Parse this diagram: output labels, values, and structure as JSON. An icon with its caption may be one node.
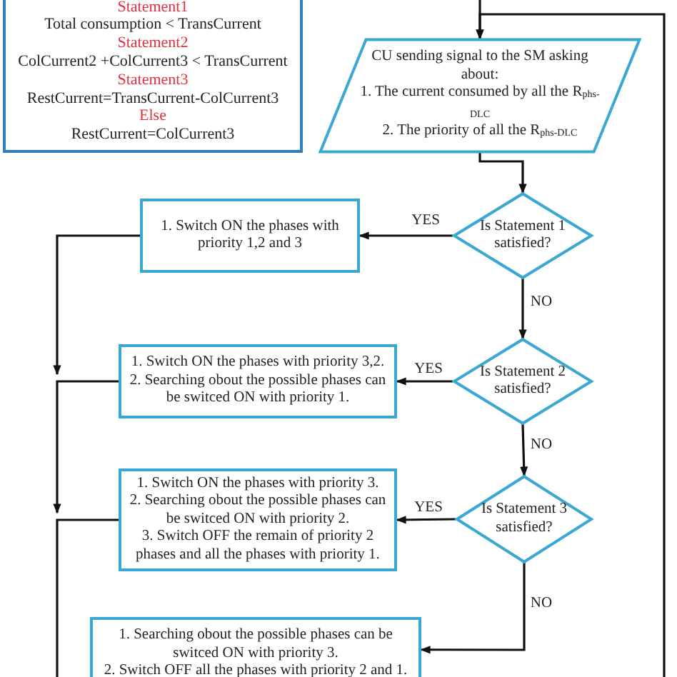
{
  "diagram": {
    "nodes": [
      {
        "text": [
          "Statement1",
          "Total consumption < TransCurrent",
          "Statement2",
          "ColCurrent2 +ColCurrent3 < TransCurrent",
          "Statement3",
          "RestCurrent=TransCurrent-ColCurrent3",
          "Else",
          "RestCurrent=ColCurrent3"
        ]
      },
      {
        "text": [
          "CU sending signal to the SM asking about:",
          "1. The current consumed by all the R$_{phs-DLC}$",
          "2. The priority of all the R$_{phs-DLC}$"
        ]
      },
      {
        "text": [
          "Is Statement 1 satisfied?"
        ]
      },
      {
        "text": [
          "1. Switch ON the phases with priority 1,2 and 3"
        ]
      },
      {
        "text": [
          "Is Statement 2 satisfied?"
        ]
      },
      {
        "text": [
          "1. Switch ON the phases with priority 3,2.",
          "2. Searching obout the possible phases can be switced ON with priority 1."
        ]
      },
      {
        "text": [
          "Is Statement 3 satisfied?"
        ]
      },
      {
        "text": [
          "1. Switch ON the phases with priority 3.",
          "2. Searching obout the possible phases can be switced ON with priority 2.",
          "3. Switch OFF the remain of priority 2 phases and all the phases with priority 1."
        ]
      },
      {
        "text": [
          "1. Searching obout the possible phases can be switced ON with priority 3.",
          "2. Switch OFF all the phases with priority 2 and 1."
        ]
      }
    ],
    "edges": [
      {
        "from": null,
        "to": 1,
        "arrow": "to"
      },
      {
        "from": null,
        "to": 1,
        "arrow": "to"
      },
      {
        "from": 1,
        "to": 2,
        "arrow": "to"
      },
      {
        "from": 2,
        "to": 3,
        "arrow": "to",
        "label": "YES"
      },
      {
        "from": 2,
        "to": 4,
        "arrow": "to",
        "label": "NO"
      },
      {
        "from": 4,
        "to": 5,
        "arrow": "to",
        "label": "YES"
      },
      {
        "from": 4,
        "to": 6,
        "arrow": "to",
        "label": "NO"
      },
      {
        "from": 6,
        "to": 7,
        "arrow": "to",
        "label": "YES"
      },
      {
        "from": 6,
        "to": 8,
        "arrow": "to",
        "label": "NO"
      },
      {
        "from": 3,
        "to": null,
        "arrow": "to"
      },
      {
        "from": 5,
        "to": null,
        "arrow": "to"
      },
      {
        "from": 7,
        "to": null,
        "arrow": "none"
      }
    ]
  }
}
